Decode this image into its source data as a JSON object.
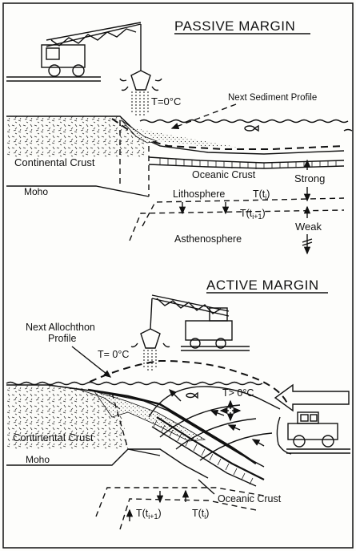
{
  "passive": {
    "title": "PASSIVE MARGIN",
    "labels": {
      "temperature": "T=0°C",
      "next_sediment_profile": "Next Sediment Profile",
      "continental_crust": "Continental Crust",
      "oceanic_crust": "Oceanic Crust",
      "strong": "Strong",
      "moho": "Moho",
      "lithosphere": "Lithosphere",
      "t_i": "T(t",
      "t_i_sub": "i",
      "t_i_close": ")",
      "t_i1": "T(t",
      "t_i1_sub": "i+1",
      "t_i1_close": ")",
      "weak": "Weak",
      "asthenosphere": "Asthenosphere"
    }
  },
  "active": {
    "title": "ACTIVE MARGIN",
    "labels": {
      "next_allochthon_1": "Next Allochthon",
      "next_allochthon_2": "Profile",
      "temperature": "T= 0°C",
      "hot_temperature": "T> 0°C",
      "continental_crust": "Continental Crust",
      "moho": "Moho",
      "oceanic_crust": "Oceanic Crust",
      "t_i1": "T(t",
      "t_i1_sub": "i+1",
      "t_i1_close": ")",
      "t_i": "T(t",
      "t_i_sub": "i",
      "t_i_close": ")"
    }
  },
  "icons": [
    "crane-icon",
    "bulldozer-icon",
    "fish-icon",
    "sediment-bucket-icon",
    "compass-arrows-icon",
    "push-arrow-icon"
  ]
}
